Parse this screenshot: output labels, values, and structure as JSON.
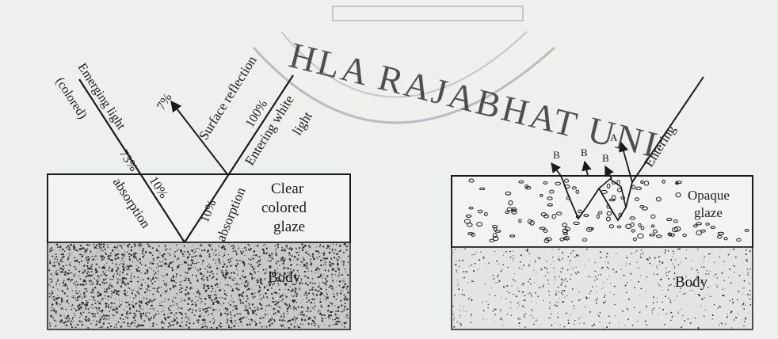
{
  "watermark": {
    "text": "HLA RAJABHAT UNI",
    "color": "#b9bcbf"
  },
  "left_diagram": {
    "glaze_label_lines": [
      "Clear",
      "colored",
      "glaze"
    ],
    "body_label": "Body",
    "surface_reflection": "Surface reflection",
    "reflection_percent": "7%",
    "entering_percent": "100%",
    "entering_label_lines": [
      "Entering white",
      "light"
    ],
    "emerging_label_lines": [
      "Emerging light",
      "(colored)"
    ],
    "emerging_percent": "73%",
    "absorption_down_percent": "10%",
    "absorption_down_label": "absorption",
    "absorption_up_percent": "10%",
    "absorption_up_label": "absorption"
  },
  "right_diagram": {
    "glaze_label_lines": [
      "Opaque",
      "glaze"
    ],
    "body_label": "Body",
    "entering_label": "Entering",
    "ray_label_a": "A",
    "ray_label_b1": "B",
    "ray_label_b2": "B",
    "ray_label_b3": "B"
  },
  "colors": {
    "ink": "#1a1a1a",
    "paper": "#eef0ee",
    "glaze_fill": "#f3f4f2",
    "body_speckle": "#2a2a2a"
  }
}
